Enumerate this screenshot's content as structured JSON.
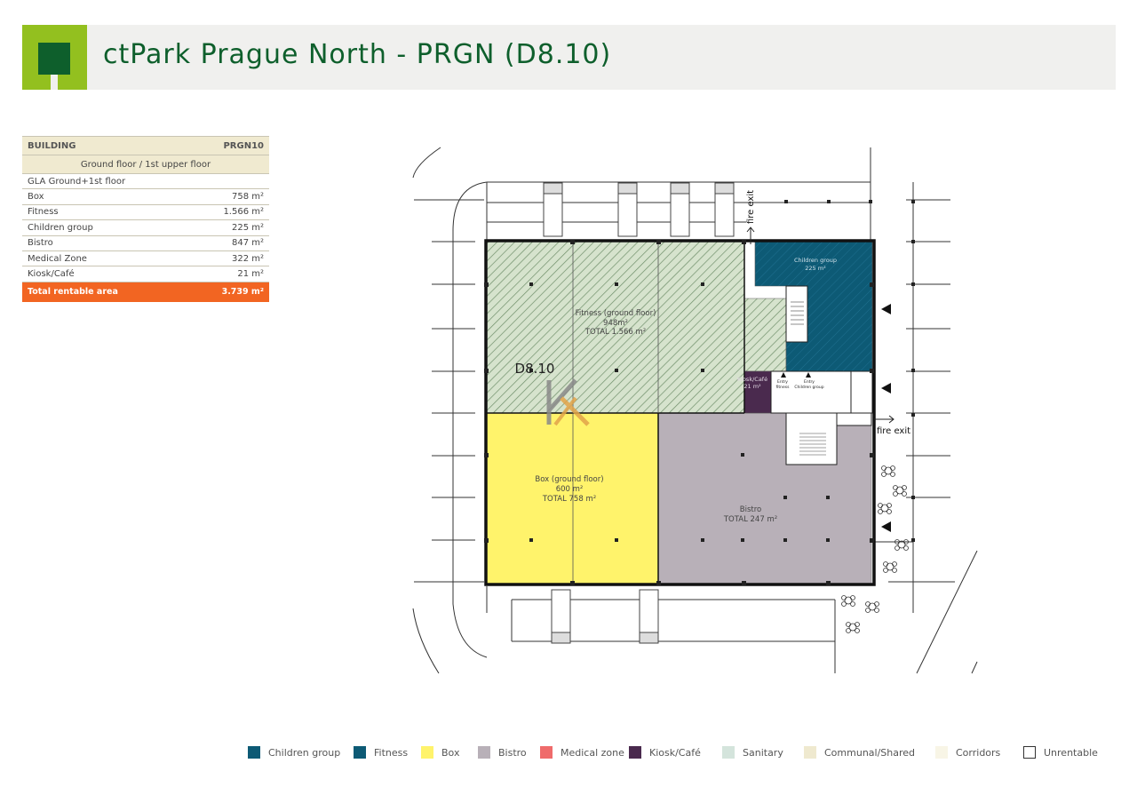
{
  "header": {
    "title": "ctPark Prague North - PRGN (D8.10)"
  },
  "area_table": {
    "building_label": "BUILDING",
    "building_code": "PRGN10",
    "floor_label": "Ground floor / 1st upper floor",
    "gla_label": "GLA Ground+1st floor",
    "rows": [
      {
        "name": "Box",
        "value": "758 m²"
      },
      {
        "name": "Fitness",
        "value": "1.566 m²"
      },
      {
        "name": "Children group",
        "value": "225 m²"
      },
      {
        "name": "Bistro",
        "value": "847 m²"
      },
      {
        "name": "Medical Zone",
        "value": "322 m²"
      },
      {
        "name": "Kiosk/Café",
        "value": "21 m²"
      }
    ],
    "total_label": "Total rentable area",
    "total_value": "3.739 m²"
  },
  "plan": {
    "building_id": "D8.10",
    "fire_exit_label": "fire exit",
    "fitness": {
      "l1": "Fitness (ground floor)",
      "l2": "948m²",
      "l3": "TOTAL 1.566 m²"
    },
    "children": {
      "l1": "Children group",
      "l2": "225 m²"
    },
    "kiosk": {
      "l1": "Kiosk/Café",
      "l2": "21 m²"
    },
    "entry_fitness": {
      "l1": "Entry",
      "l2": "fitness"
    },
    "entry_children": {
      "l1": "Entry",
      "l2": "Children group"
    },
    "box": {
      "l1": "Box (ground floor)",
      "l2": "600 m²",
      "l3": "TOTAL 758 m²"
    },
    "bistro": {
      "l1": "Bistro",
      "l2": "TOTAL 247 m²"
    }
  },
  "colors": {
    "children": "#0d5a75",
    "fitness": "#0d5a75",
    "box": "#fff36b",
    "bistro": "#b8b0b8",
    "medical": "#ef6b6b",
    "kiosk": "#4a2a4e",
    "sanitary": "#d4e4dc",
    "communal": "#efe9cf",
    "corridors": "#f8f5e6",
    "unrentable": "#ffffff"
  },
  "legend": [
    {
      "label": "Children group",
      "color": "#0d5a75"
    },
    {
      "label": "Fitness",
      "color": "#0d5a75"
    },
    {
      "label": "Box",
      "color": "#fff36b"
    },
    {
      "label": "Bistro",
      "color": "#b8b0b8"
    },
    {
      "label": "Medical zone",
      "color": "#ef6b6b"
    },
    {
      "label": "Kiosk/Café",
      "color": "#4a2a4e"
    },
    {
      "label": "Sanitary",
      "color": "#d4e4dc"
    },
    {
      "label": "Communal/Shared",
      "color": "#efe9cf"
    },
    {
      "label": "Corridors",
      "color": "#f8f5e6"
    },
    {
      "label": "Unrentable",
      "color": "#ffffff"
    }
  ]
}
